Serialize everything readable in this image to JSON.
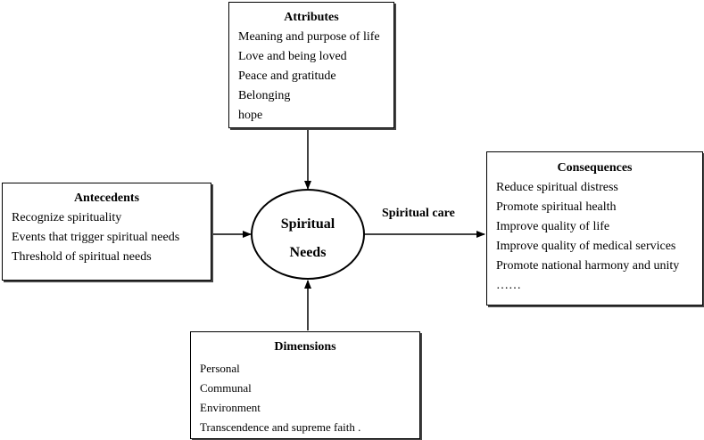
{
  "center": {
    "line1": "Spiritual",
    "line2": "Needs"
  },
  "attributes": {
    "title": "Attributes",
    "items": [
      "Meaning and purpose of life",
      "Love and being loved",
      "Peace and gratitude",
      "Belonging",
      "hope"
    ]
  },
  "antecedents": {
    "title": "Antecedents",
    "items": [
      "Recognize spirituality",
      "Events that trigger spiritual needs",
      "Threshold of spiritual needs"
    ]
  },
  "consequences": {
    "title": "Consequences",
    "items": [
      "Reduce spiritual distress",
      "Promote spiritual health",
      "Improve quality of life",
      "Improve quality of medical services",
      "Promote national harmony and unity",
      "……"
    ]
  },
  "dimensions": {
    "title": "Dimensions",
    "items": [
      "Personal",
      "Communal",
      "Environment",
      "Transcendence and supreme faith ."
    ]
  },
  "edge_label": "Spiritual care"
}
